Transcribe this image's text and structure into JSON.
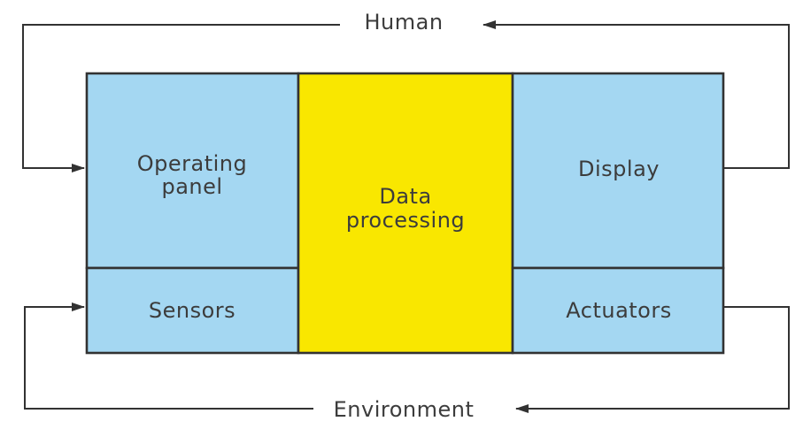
{
  "diagram": {
    "top_label": "Human",
    "bottom_label": "Environment",
    "boxes": {
      "operating_panel": {
        "label_lines": [
          "Operating",
          "panel"
        ],
        "fill": "#a4d7f2"
      },
      "sensors": {
        "label": "Sensors",
        "fill": "#a4d7f2"
      },
      "data_processing": {
        "label_lines": [
          "Data",
          "processing"
        ],
        "fill": "#f9e700"
      },
      "display": {
        "label": "Display",
        "fill": "#a4d7f2"
      },
      "actuators": {
        "label": "Actuators",
        "fill": "#a4d7f2"
      }
    },
    "arrows": [
      {
        "id": "human-to-operating-panel",
        "from": "Human",
        "to": "Operating panel"
      },
      {
        "id": "display-to-human",
        "from": "Display",
        "to": "Human"
      },
      {
        "id": "environment-to-sensors",
        "from": "Environment",
        "to": "Sensors"
      },
      {
        "id": "actuators-to-environment",
        "from": "Actuators",
        "to": "Environment"
      }
    ],
    "colors": {
      "blue": "#a4d7f2",
      "yellow": "#f9e700",
      "line": "#323232",
      "text": "#3c3c3c",
      "background": "#ffffff"
    }
  }
}
